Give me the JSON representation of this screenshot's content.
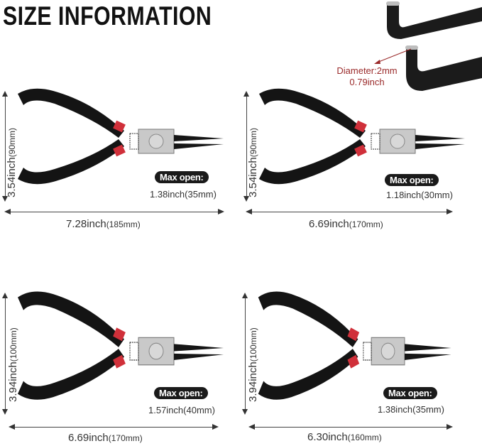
{
  "title": "SIZE INFORMATION",
  "colors": {
    "handle": "#141414",
    "grip_band": "#d0303a",
    "joint": "#c9c9c9",
    "annotation_red": "#9a2a2a",
    "dimension_line": "#444444"
  },
  "tip_detail": {
    "diameter_label": "Diameter:2mm",
    "diameter_inch": "0.79inch"
  },
  "pliers": [
    {
      "id": "straight-external",
      "height_inch": "3.54inch",
      "height_mm": "(90mm)",
      "length_inch": "7.28inch",
      "length_mm": "(185mm)",
      "max_open_label": "Max open:",
      "max_open_value": "1.38inch(35mm)"
    },
    {
      "id": "bent-external",
      "height_inch": "3.54inch",
      "height_mm": "(90mm)",
      "length_inch": "6.69inch",
      "length_mm": "(170mm)",
      "max_open_label": "Max open:",
      "max_open_value": "1.18inch(30mm)"
    },
    {
      "id": "straight-internal",
      "height_inch": "3.94inch",
      "height_mm": "(100mm)",
      "length_inch": "6.69inch",
      "length_mm": "(170mm)",
      "max_open_label": "Max open:",
      "max_open_value": "1.57inch(40mm)"
    },
    {
      "id": "bent-internal",
      "height_inch": "3.94inch",
      "height_mm": "(100mm)",
      "length_inch": "6.30inch",
      "length_mm": "(160mm)",
      "max_open_label": "Max open:",
      "max_open_value": "1.38inch(35mm)"
    }
  ]
}
